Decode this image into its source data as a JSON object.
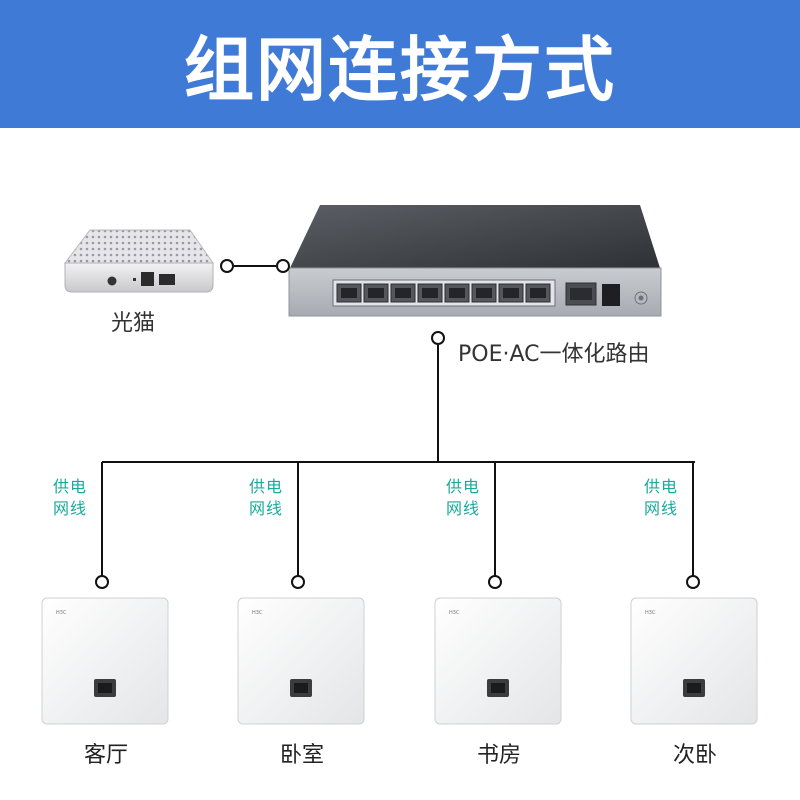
{
  "title": "组网连接方式",
  "colors": {
    "banner": "#3f7ad6",
    "line": "#111111",
    "cable_label": "#1aa99b",
    "text": "#333333"
  },
  "modem": {
    "label": "光猫"
  },
  "router": {
    "label": "POE·AC一体化路由"
  },
  "cable_label": "供电网线",
  "rooms": [
    {
      "label": "客厅",
      "brand": "H3C"
    },
    {
      "label": "卧室",
      "brand": "H3C"
    },
    {
      "label": "书房",
      "brand": "H3C"
    },
    {
      "label": "次卧",
      "brand": "H3C"
    }
  ]
}
